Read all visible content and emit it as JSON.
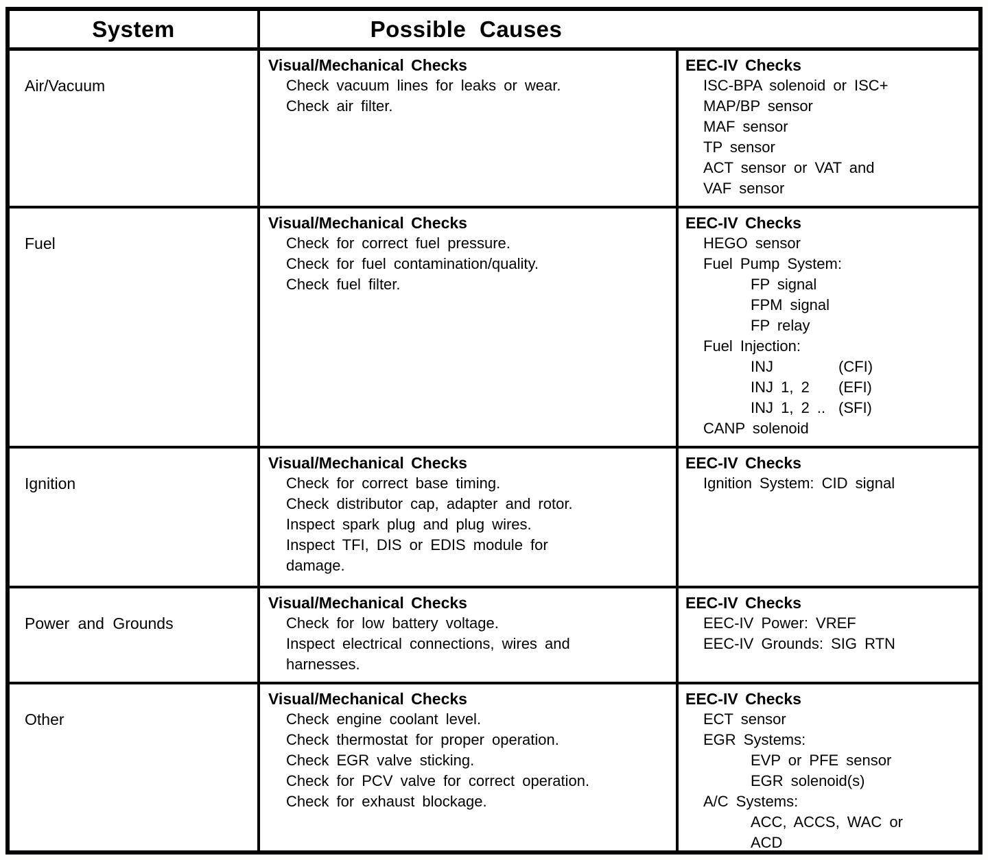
{
  "header": {
    "system_label": "System",
    "causes_label": "Possible Causes"
  },
  "rows": [
    {
      "system": "Air/Vacuum",
      "vm": {
        "title": "Visual/Mechanical Checks",
        "bullets": [
          [
            "Check vacuum lines for leaks or wear."
          ],
          [
            "Check air filter."
          ]
        ]
      },
      "eec": {
        "title": "EEC-IV Checks",
        "bullets": [
          [
            "ISC-BPA solenoid or ISC+"
          ],
          [
            "MAP/BP sensor"
          ],
          [
            "MAF sensor"
          ],
          [
            "TP sensor"
          ],
          [
            "ACT sensor or VAT and",
            "VAF sensor"
          ]
        ]
      }
    },
    {
      "system": "Fuel",
      "vm": {
        "title": "Visual/Mechanical Checks",
        "bullets": [
          [
            "Check for correct fuel pressure."
          ],
          [
            "Check for fuel contamination/quality."
          ],
          [
            "Check fuel filter."
          ]
        ]
      },
      "eec": {
        "title": "EEC-IV Checks",
        "bullets": [
          [
            "HEGO sensor"
          ],
          [
            "Fuel Pump System:"
          ],
          [
            "Fuel Injection:"
          ],
          [
            "CANP solenoid"
          ]
        ],
        "fuel_pump_lines": [
          "FP signal",
          "FPM signal",
          "FP relay"
        ],
        "fuel_injection_lines": [
          {
            "label": "INJ",
            "code": "(CFI)"
          },
          {
            "label": "INJ 1, 2",
            "code": "(EFI)"
          },
          {
            "label": "INJ 1, 2 ..",
            "code": "(SFI)"
          }
        ]
      }
    },
    {
      "system": "Ignition",
      "vm": {
        "title": "Visual/Mechanical Checks",
        "bullets": [
          [
            "Check for correct base timing."
          ],
          [
            "Check distributor cap, adapter and rotor."
          ],
          [
            "Inspect spark plug and plug wires."
          ],
          [
            "Inspect TFI, DIS or EDIS module for",
            "damage."
          ]
        ]
      },
      "eec": {
        "title": "EEC-IV Checks",
        "bullets": [
          [
            "Ignition System: CID signal"
          ]
        ]
      }
    },
    {
      "system": "Power and Grounds",
      "vm": {
        "title": "Visual/Mechanical Checks",
        "bullets": [
          [
            "Check for low battery voltage."
          ],
          [
            "Inspect electrical connections, wires and",
            "harnesses."
          ]
        ]
      },
      "eec": {
        "title": "EEC-IV Checks",
        "bullets": [
          [
            "EEC-IV Power: VREF"
          ],
          [
            "EEC-IV Grounds: SIG RTN"
          ]
        ]
      }
    },
    {
      "system": "Other",
      "vm": {
        "title": "Visual/Mechanical Checks",
        "bullets": [
          [
            "Check engine coolant level."
          ],
          [
            "Check thermostat for proper operation."
          ],
          [
            "Check EGR valve sticking."
          ],
          [
            "Check for PCV valve for correct operation."
          ],
          [
            "Check for exhaust blockage."
          ]
        ]
      },
      "eec": {
        "title": "EEC-IV Checks",
        "bullets": [
          [
            "ECT sensor"
          ],
          [
            "EGR Systems:"
          ],
          [
            "A/C Systems:"
          ]
        ],
        "egr_lines": [
          "EVP or PFE sensor",
          "EGR solenoid(s)"
        ],
        "ac_lines": [
          "ACC, ACCS, WAC or",
          "ACD"
        ]
      }
    }
  ]
}
